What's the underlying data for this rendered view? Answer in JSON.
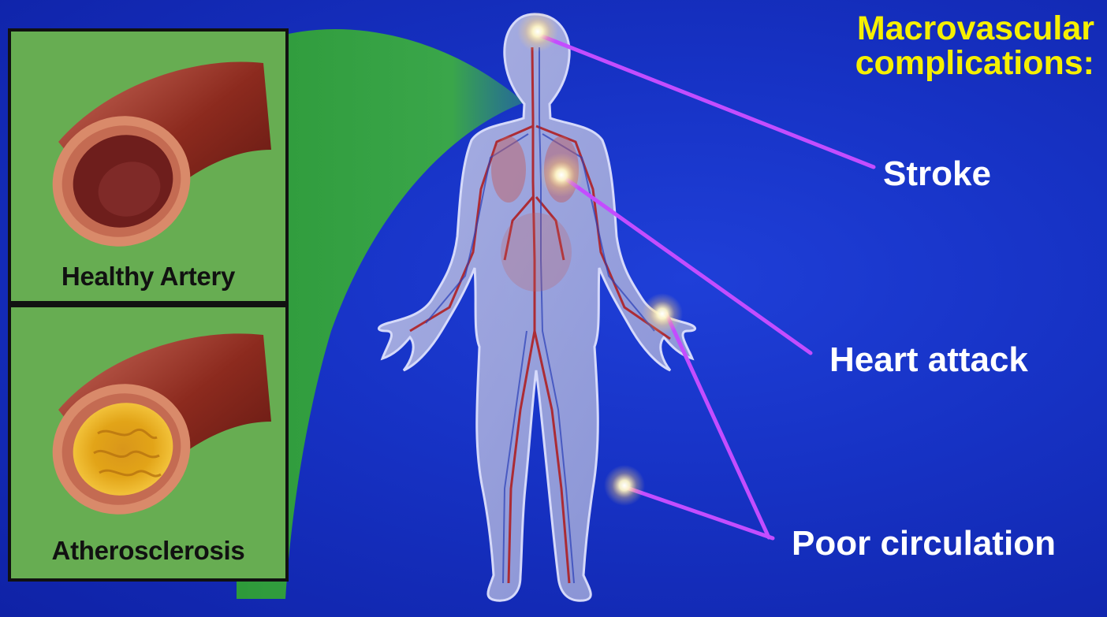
{
  "title": {
    "line1": "Macrovascular",
    "line2": "complications:"
  },
  "complications": [
    {
      "label": "Stroke"
    },
    {
      "label": "Heart attack"
    },
    {
      "label": "Poor circulation"
    }
  ],
  "panels": {
    "healthy": {
      "label": "Healthy Artery"
    },
    "atherosclerosis": {
      "label": "Atherosclerosis"
    }
  },
  "colors": {
    "background": "#1733c6",
    "title": "#f6f000",
    "label_text": "#ffffff",
    "panel_green": "#67ad52",
    "pointer_lines": "#c34dff",
    "artery_red": "#8c2a1e",
    "plaque_yellow": "#e2a418"
  }
}
